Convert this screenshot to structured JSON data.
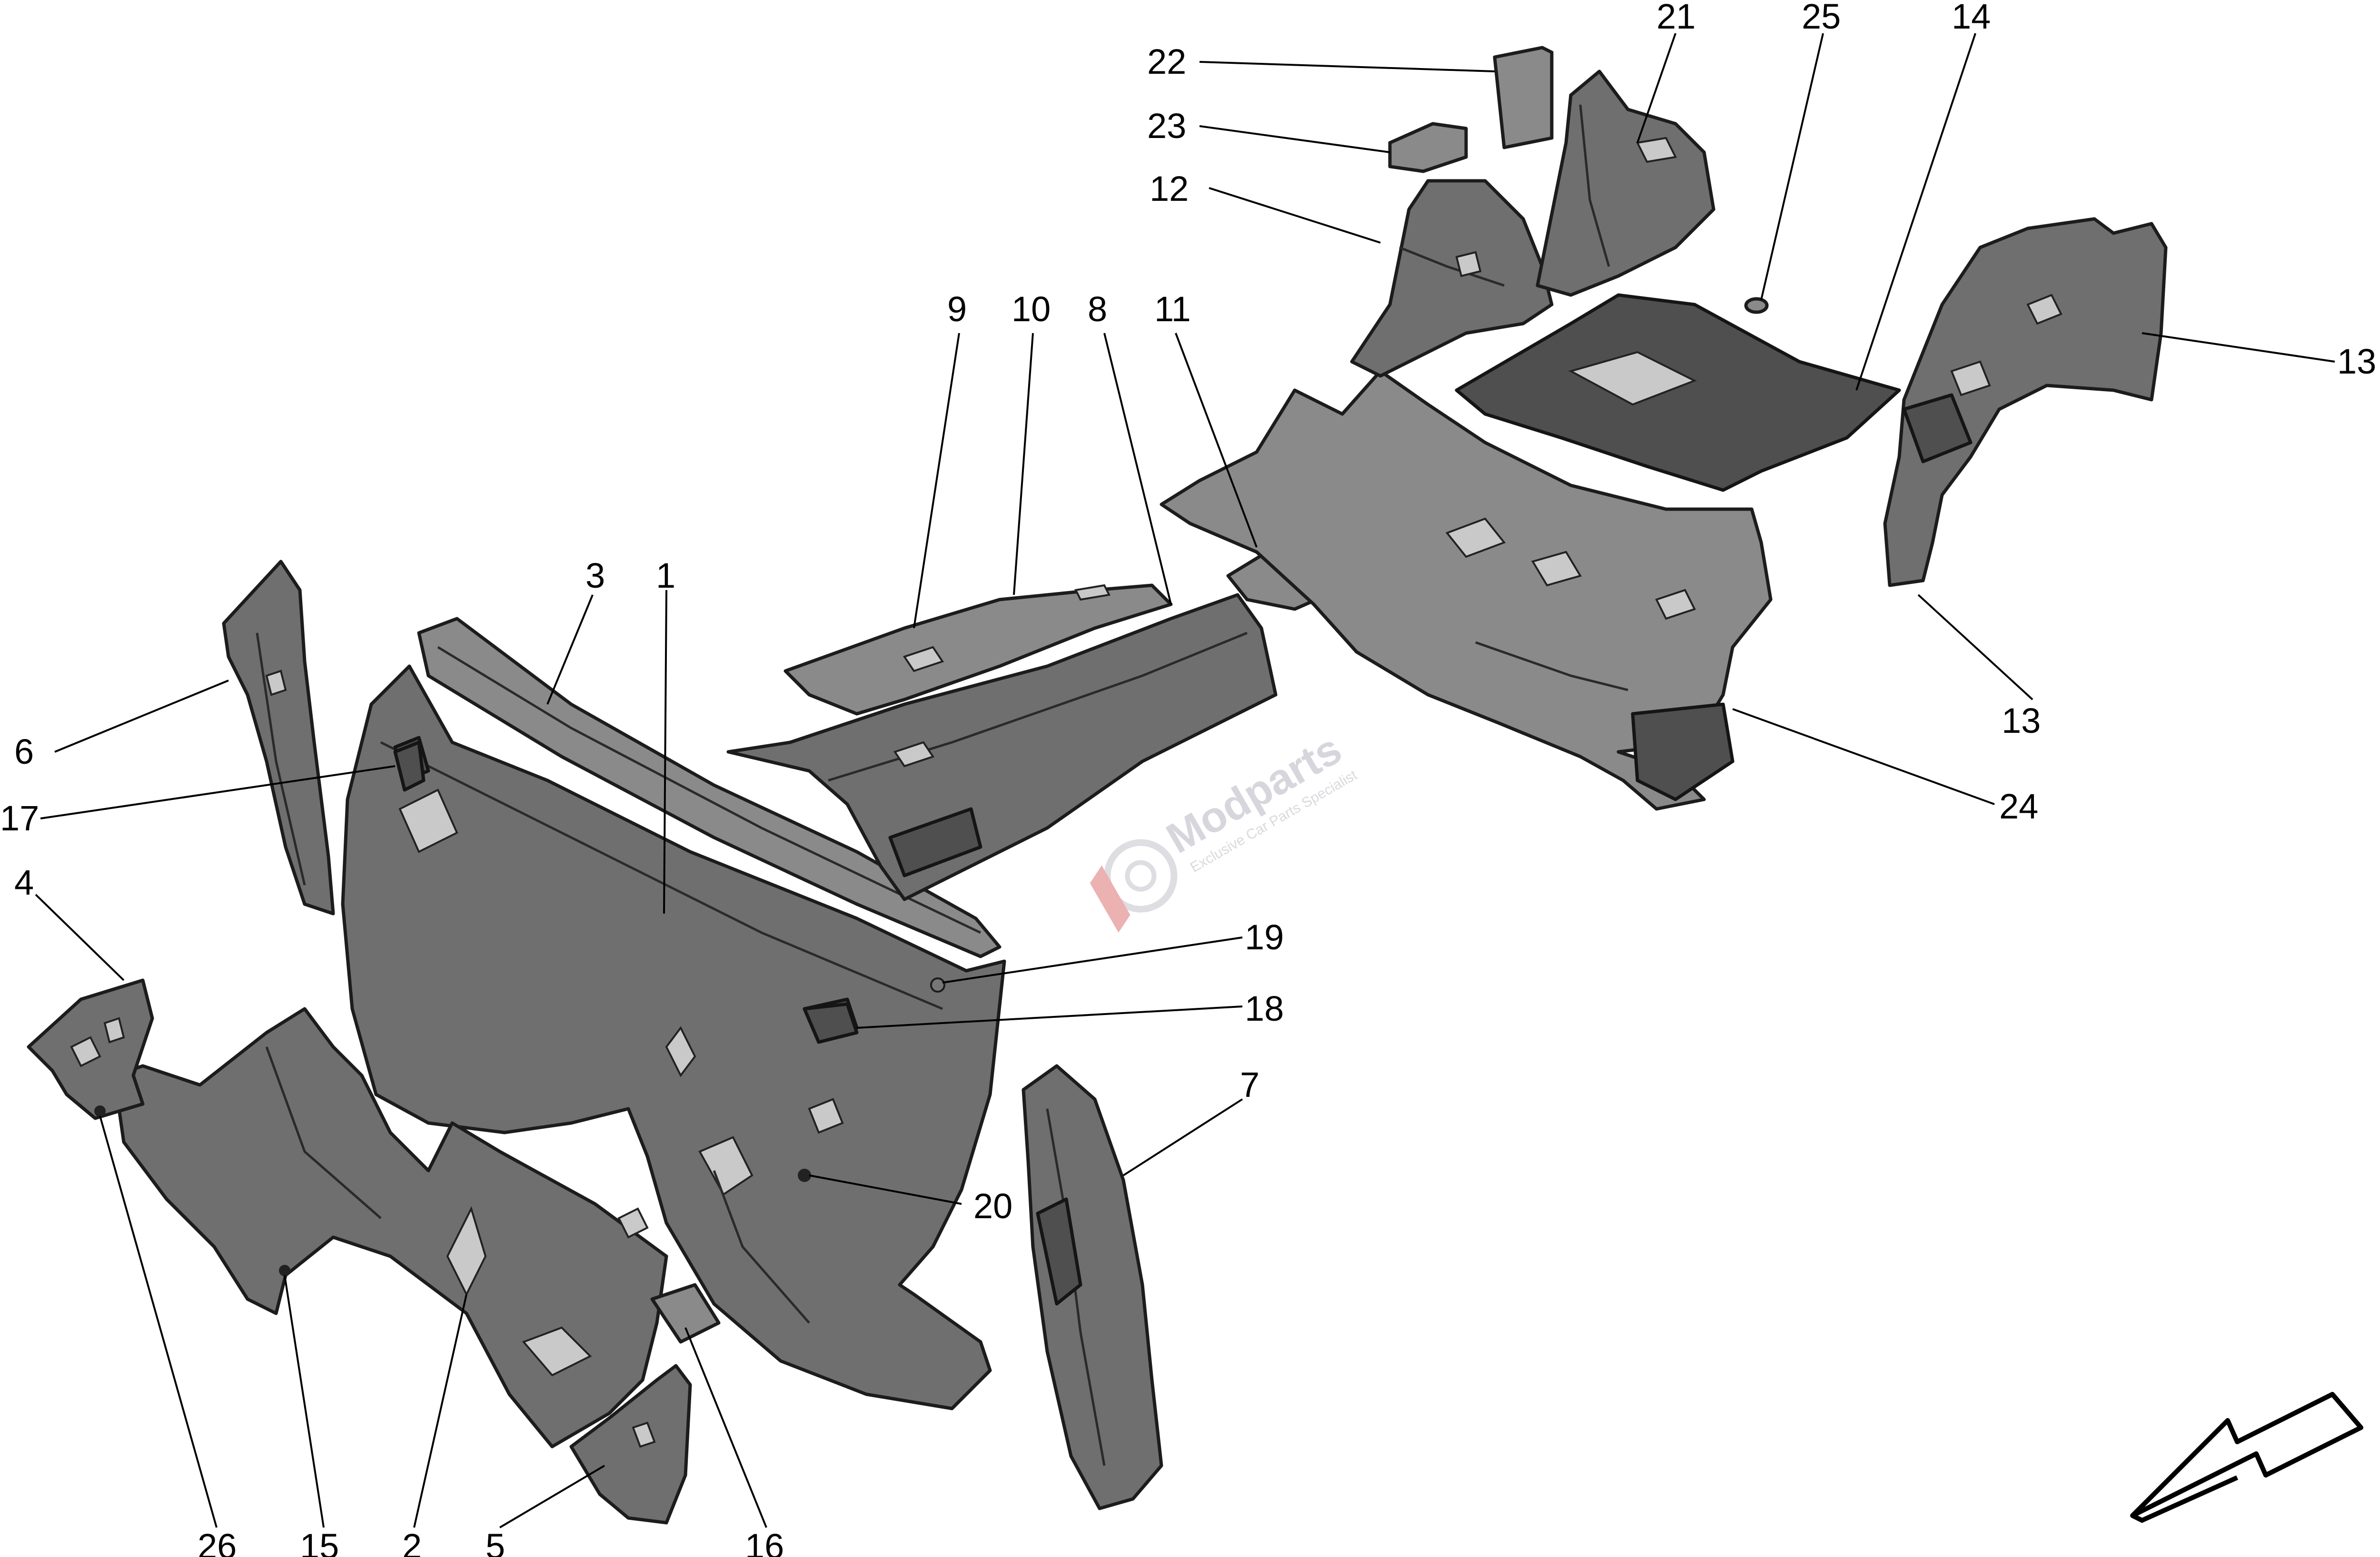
{
  "callouts": [
    {
      "id": "1",
      "text": "1"
    },
    {
      "id": "2",
      "text": "2"
    },
    {
      "id": "3",
      "text": "3"
    },
    {
      "id": "4",
      "text": "4"
    },
    {
      "id": "5",
      "text": "5"
    },
    {
      "id": "6",
      "text": "6"
    },
    {
      "id": "7",
      "text": "7"
    },
    {
      "id": "8",
      "text": "8"
    },
    {
      "id": "9",
      "text": "9"
    },
    {
      "id": "10",
      "text": "10"
    },
    {
      "id": "11",
      "text": "11"
    },
    {
      "id": "12",
      "text": "12"
    },
    {
      "id": "13a",
      "text": "13"
    },
    {
      "id": "13b",
      "text": "13"
    },
    {
      "id": "14",
      "text": "14"
    },
    {
      "id": "15",
      "text": "15"
    },
    {
      "id": "16",
      "text": "16"
    },
    {
      "id": "17",
      "text": "17"
    },
    {
      "id": "18",
      "text": "18"
    },
    {
      "id": "19",
      "text": "19"
    },
    {
      "id": "20",
      "text": "20"
    },
    {
      "id": "21",
      "text": "21"
    },
    {
      "id": "22",
      "text": "22"
    },
    {
      "id": "23",
      "text": "23"
    },
    {
      "id": "24",
      "text": "24"
    },
    {
      "id": "25",
      "text": "25"
    },
    {
      "id": "26",
      "text": "26"
    }
  ],
  "watermark": {
    "brand": "Modparts",
    "tagline": "Exclusive Car Parts Specialist"
  },
  "colors": {
    "part_fill": "#6f6f6f",
    "part_outline": "#1c1c1c",
    "background": "#ffffff",
    "watermark": "#cfcfd6",
    "watermark_accent": "#e07070"
  },
  "icons": [
    "direction-arrow-icon"
  ]
}
